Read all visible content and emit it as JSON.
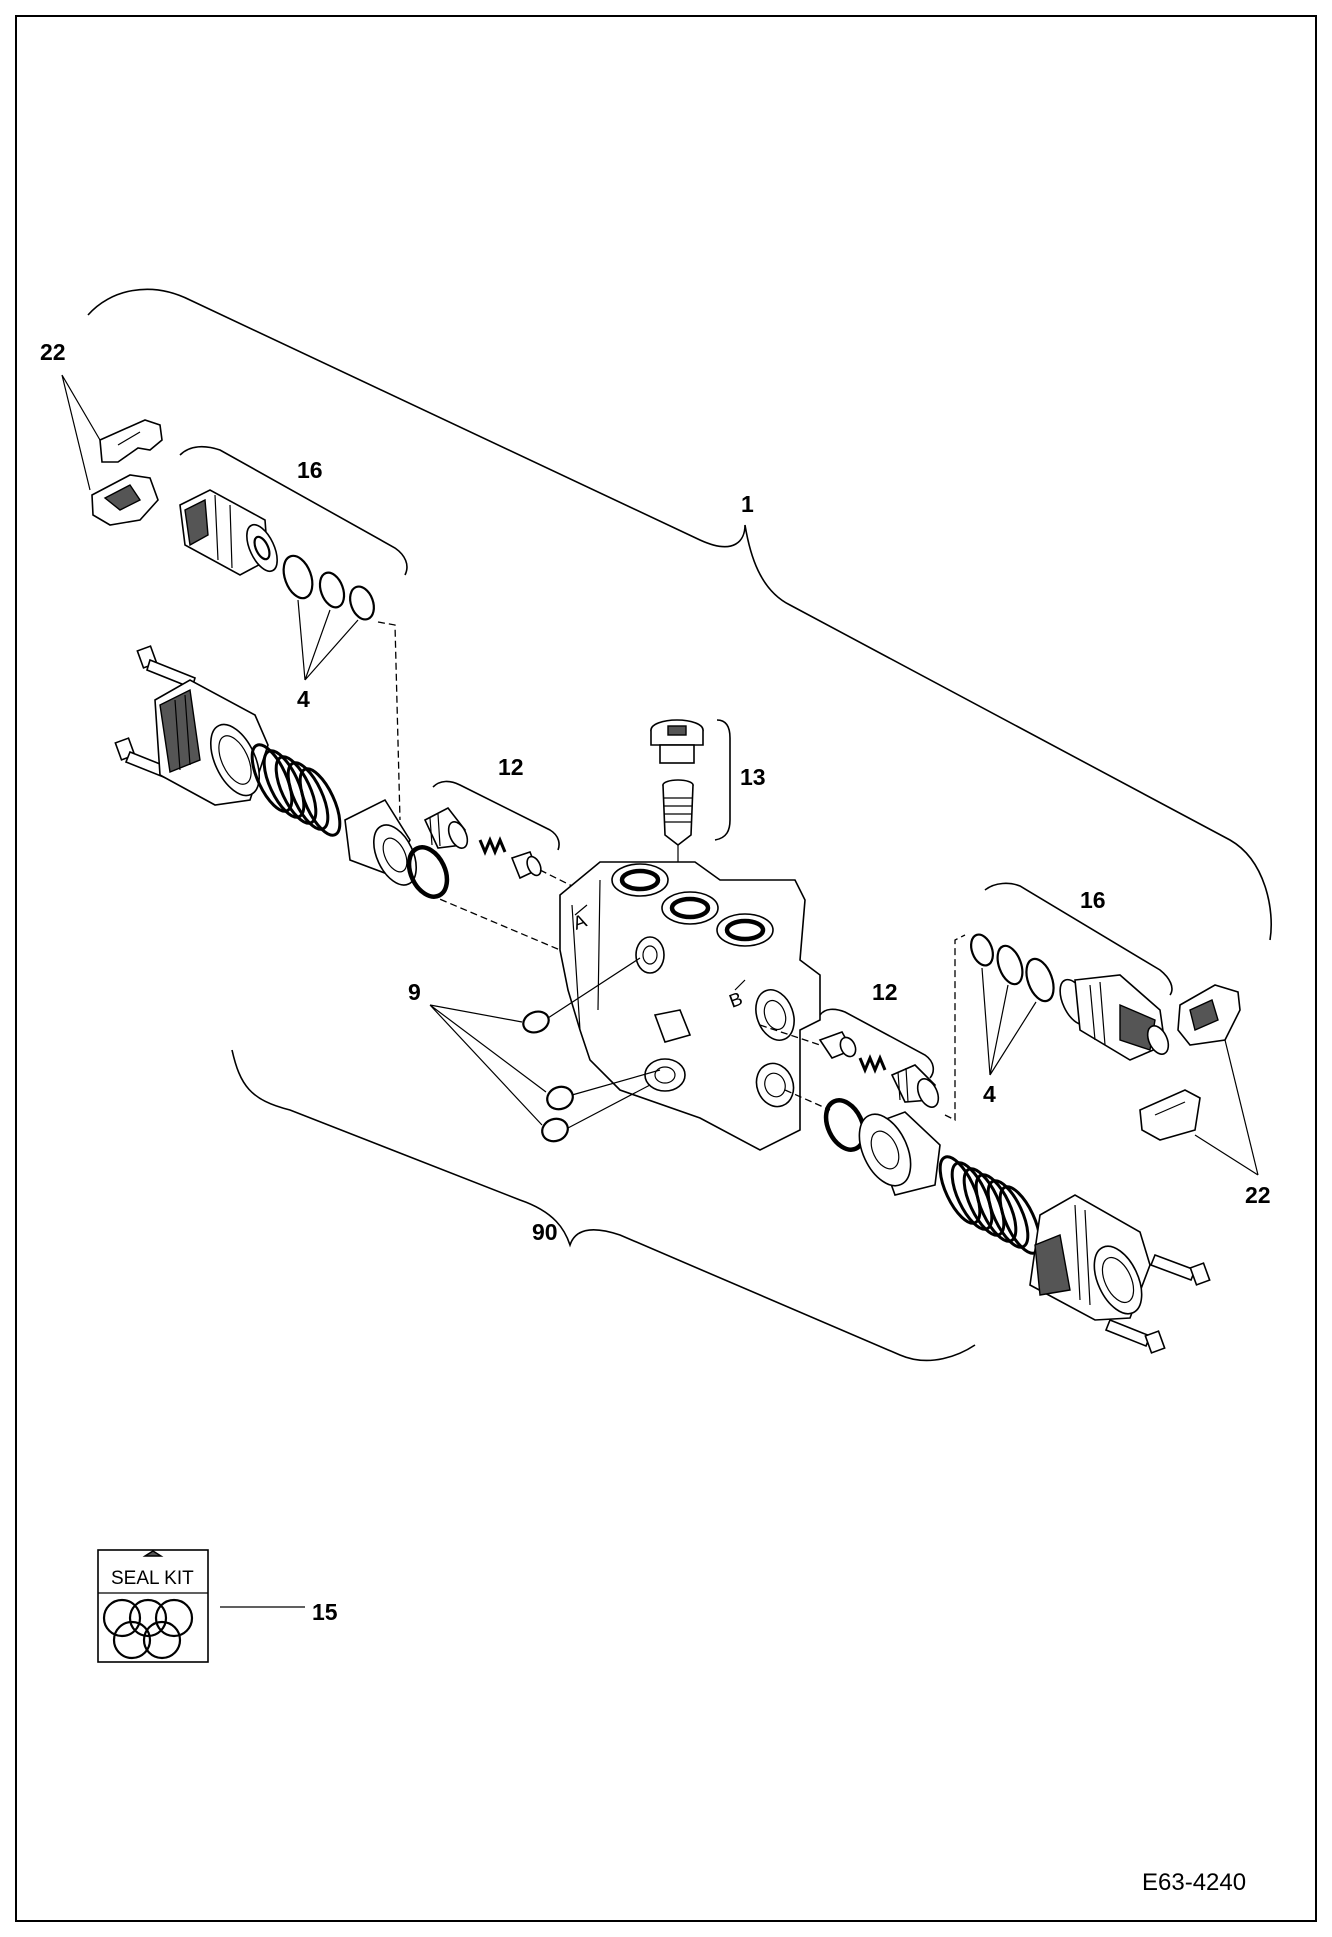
{
  "drawing_number": "E63-4240",
  "seal_kit_label": "SEAL KIT",
  "callouts": {
    "c1": "1",
    "c4_left": "4",
    "c4_right": "4",
    "c9": "9",
    "c12_left": "12",
    "c12_right": "12",
    "c13": "13",
    "c15": "15",
    "c16_left": "16",
    "c16_right": "16",
    "c22_left": "22",
    "c22_right": "22",
    "c90": "90"
  },
  "body_marks": {
    "port_a": "A",
    "port_b": "B"
  }
}
